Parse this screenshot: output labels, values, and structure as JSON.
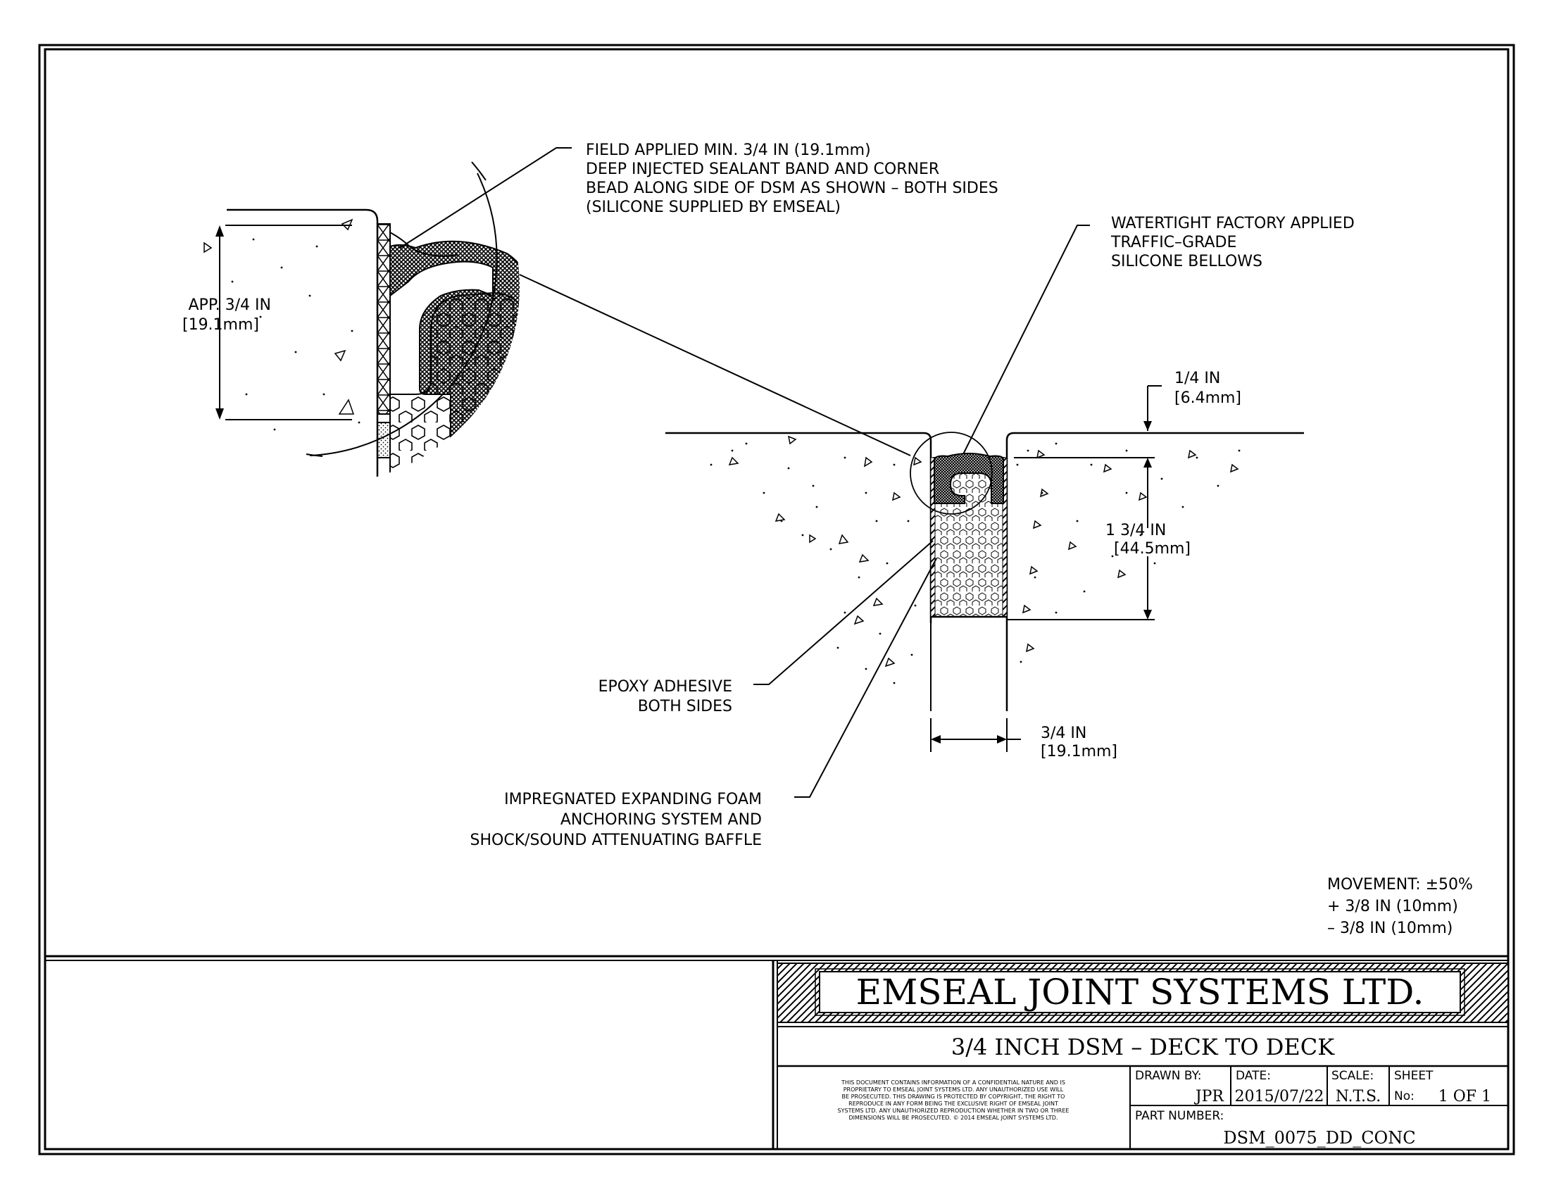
{
  "annotations": {
    "sealant_band": [
      "FIELD APPLIED MIN. 3/4 IN (19.1mm)",
      "DEEP INJECTED SEALANT BAND AND CORNER",
      "BEAD ALONG SIDE OF DSM AS SHOWN – BOTH SIDES",
      "(SILICONE SUPPLIED BY EMSEAL)"
    ],
    "bellows": [
      "WATERTIGHT FACTORY APPLIED",
      "TRAFFIC–GRADE",
      "SILICONE BELLOWS"
    ],
    "epoxy": [
      "EPOXY ADHESIVE",
      "BOTH SIDES"
    ],
    "foam": [
      "IMPREGNATED EXPANDING FOAM",
      "ANCHORING SYSTEM AND",
      "SHOCK/SOUND ATTENUATING BAFFLE"
    ]
  },
  "dimensions": {
    "detail_depth": [
      "APP. 3/4 IN",
      "[19.1mm]"
    ],
    "recess": [
      "1/4 IN",
      "[6.4mm]"
    ],
    "depth": [
      "1 3/4 IN",
      "[44.5mm]"
    ],
    "width": [
      "3/4 IN",
      "[19.1mm]"
    ]
  },
  "movement": [
    "MOVEMENT: ±50%",
    "+ 3/8 IN (10mm)",
    "– 3/8 IN (10mm)"
  ],
  "title_block": {
    "company": "EMSEAL JOINT SYSTEMS LTD.",
    "title": "3/4 INCH DSM – DECK TO DECK",
    "disclaimer": [
      "THIS DOCUMENT CONTAINS INFORMATION OF A CONFIDENTIAL NATURE AND IS",
      "PROPRIETARY TO EMSEAL JOINT SYSTEMS LTD. ANY UNAUTHORIZED USE WILL",
      "BE PROSECUTED. THIS DRAWING IS PROTECTED BY COPYRIGHT, THE RIGHT TO",
      "REPRODUCE IN ANY FORM BEING THE EXCLUSIVE RIGHT OF EMSEAL JOINT",
      "SYSTEMS LTD. ANY UNAUTHORIZED REPRODUCTION WHETHER IN TWO OR THREE",
      "DIMENSIONS WILL BE PROSECUTED. © 2014 EMSEAL JOINT SYSTEMS LTD."
    ],
    "drawn_by_label": "DRAWN BY:",
    "drawn_by": "JPR",
    "date_label": "DATE:",
    "date": "2015/07/22",
    "scale_label": "SCALE:",
    "scale": "N.T.S.",
    "sheet_label": "SHEET",
    "sheet_no_label": "No:",
    "sheet": "1 OF 1",
    "part_number_label": "PART NUMBER:",
    "part_number": "DSM_0075_DD_CONC"
  }
}
